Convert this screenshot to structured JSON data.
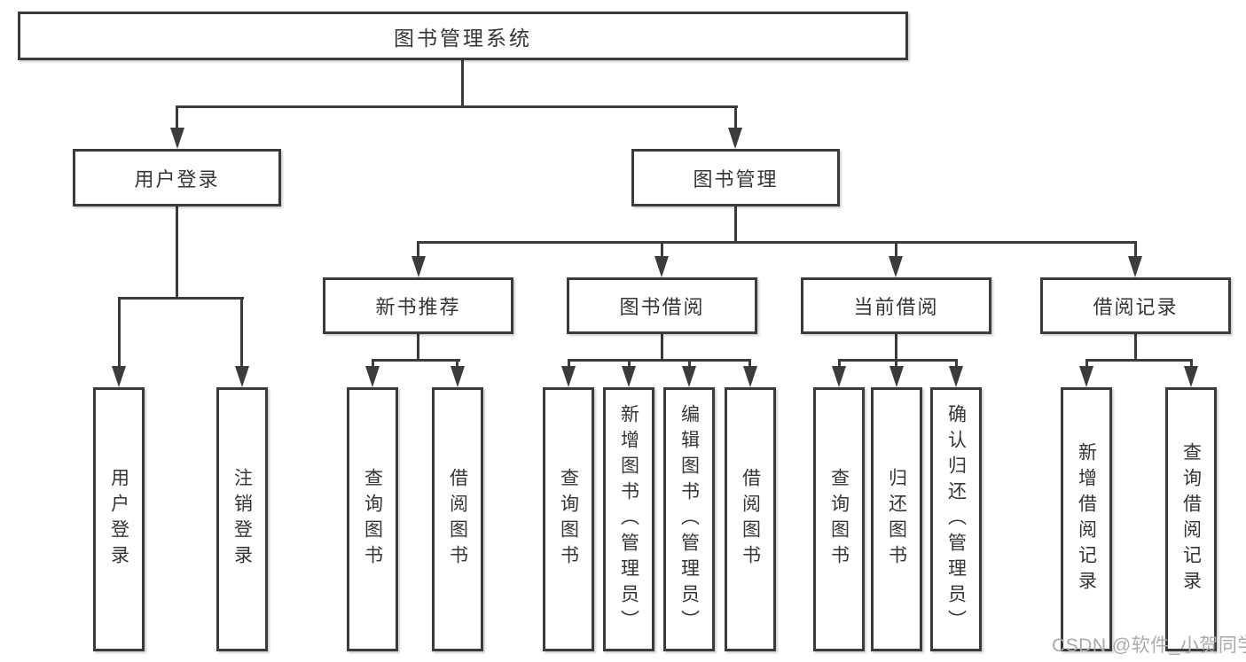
{
  "tree": {
    "label": "图书管理系统",
    "children": [
      {
        "label": "用户登录",
        "children": [
          {
            "label": "用户登录"
          },
          {
            "label": "注销登录"
          }
        ]
      },
      {
        "label": "图书管理",
        "children": [
          {
            "label": "新书推荐",
            "children": [
              {
                "label": "查询图书"
              },
              {
                "label": "借阅图书"
              }
            ]
          },
          {
            "label": "图书借阅",
            "children": [
              {
                "label": "查询图书"
              },
              {
                "label": "新增图书（管理员）"
              },
              {
                "label": "编辑图书（管理员）"
              },
              {
                "label": "借阅图书"
              }
            ]
          },
          {
            "label": "当前借阅",
            "children": [
              {
                "label": "查询图书"
              },
              {
                "label": "归还图书"
              },
              {
                "label": "确认归还（管理员）"
              }
            ]
          },
          {
            "label": "借阅记录",
            "children": [
              {
                "label": "新增借阅记录"
              },
              {
                "label": "查询借阅记录"
              }
            ]
          }
        ]
      }
    ]
  },
  "watermark": {
    "text": "CSDN @软件_小贺同学"
  },
  "colors": {
    "line": "#3b3b3b",
    "text": "#353535",
    "boxbg": "#ffffff",
    "wm": "#aaaaaa"
  }
}
